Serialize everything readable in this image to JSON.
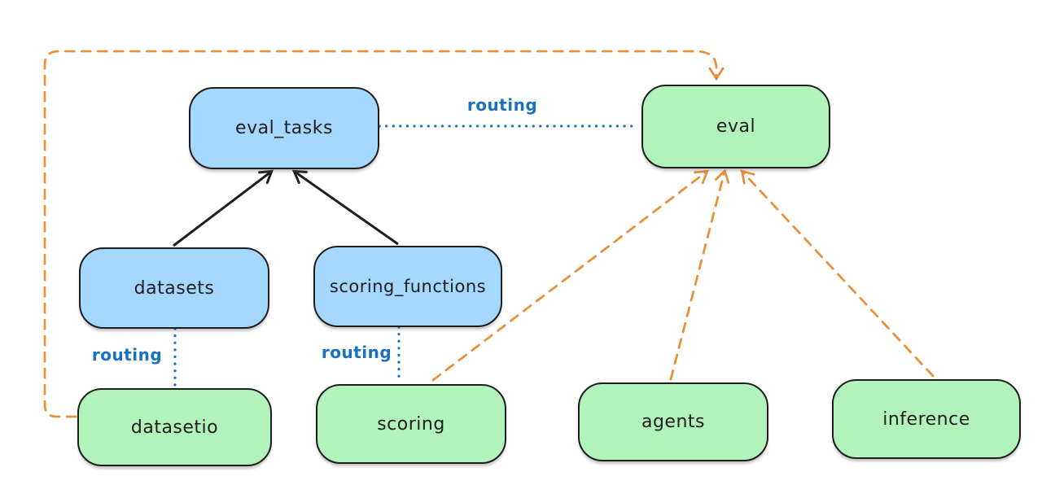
{
  "diagram": {
    "type": "flow-diagram",
    "background": "#ffffff",
    "colors": {
      "api_node_fill": "#a5d8ff",
      "provider_node_fill": "#b2f2bb",
      "node_stroke": "#1e1e1e",
      "routing_line": "#1971c2",
      "dependency_line": "#e8913c",
      "composition_line": "#1e1e1e"
    },
    "nodes": [
      {
        "id": "eval_tasks",
        "label": "eval_tasks",
        "kind": "blue"
      },
      {
        "id": "eval",
        "label": "eval",
        "kind": "green"
      },
      {
        "id": "datasets",
        "label": "datasets",
        "kind": "blue"
      },
      {
        "id": "scoring_functions",
        "label": "scoring_functions",
        "kind": "blue"
      },
      {
        "id": "datasetio",
        "label": "datasetio",
        "kind": "green"
      },
      {
        "id": "scoring",
        "label": "scoring",
        "kind": "green"
      },
      {
        "id": "agents",
        "label": "agents",
        "kind": "green"
      },
      {
        "id": "inference",
        "label": "inference",
        "kind": "green"
      }
    ],
    "edge_labels": [
      {
        "text": "routing"
      },
      {
        "text": "routing"
      },
      {
        "text": "routing"
      }
    ],
    "edges": [
      {
        "from": "datasets",
        "to": "eval_tasks",
        "style": "solid",
        "color": "black",
        "arrowhead": true
      },
      {
        "from": "scoring_functions",
        "to": "eval_tasks",
        "style": "solid",
        "color": "black",
        "arrowhead": true
      },
      {
        "from": "eval_tasks",
        "to": "eval",
        "style": "dotted",
        "color": "blue",
        "label": "routing",
        "arrowhead": false
      },
      {
        "from": "datasets",
        "to": "datasetio",
        "style": "dotted",
        "color": "blue",
        "label": "routing",
        "arrowhead": false
      },
      {
        "from": "scoring_functions",
        "to": "scoring",
        "style": "dotted",
        "color": "blue",
        "label": "routing",
        "arrowhead": false
      },
      {
        "from": "datasetio",
        "to": "eval",
        "style": "dashed",
        "color": "orange",
        "arrowhead": true,
        "route": "left-and-over-top"
      },
      {
        "from": "scoring",
        "to": "eval",
        "style": "dashed",
        "color": "orange",
        "arrowhead": true
      },
      {
        "from": "agents",
        "to": "eval",
        "style": "dashed",
        "color": "orange",
        "arrowhead": true
      },
      {
        "from": "inference",
        "to": "eval",
        "style": "dashed",
        "color": "orange",
        "arrowhead": true
      }
    ]
  }
}
